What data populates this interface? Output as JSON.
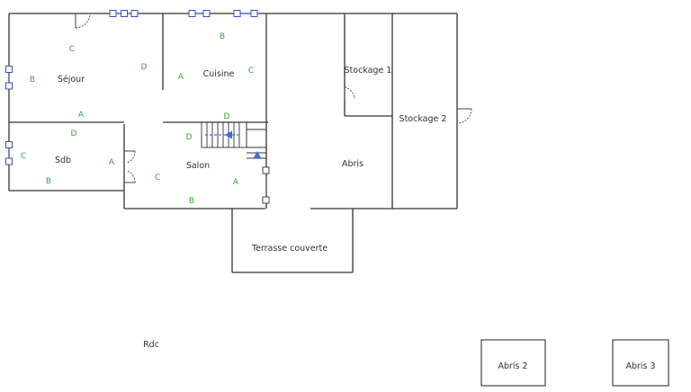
{
  "plan": {
    "level_label": "Rdc",
    "rooms": {
      "sejour": "Séjour",
      "cuisine": "Cuisine",
      "stockage1": "Stockage 1",
      "stockage2": "Stockage 2",
      "sdb": "Sdb",
      "salon": "Salon",
      "abris": "Abris",
      "terrasse": "Terrasse couverte",
      "abris2": "Abris 2",
      "abris3": "Abris 3"
    },
    "wall_letters": {
      "sejour": [
        "C",
        "B",
        "D",
        "A"
      ],
      "cuisine": [
        "B",
        "A",
        "C"
      ],
      "sdb": [
        "D",
        "C",
        "A",
        "B"
      ],
      "salon": [
        "D",
        "D",
        "C",
        "A",
        "B"
      ]
    },
    "colors": {
      "walls": "#333333",
      "wall_letters": "#3aa23a",
      "windows": "#3a4fc0",
      "stair_arrow": "#3a6fd8"
    }
  }
}
